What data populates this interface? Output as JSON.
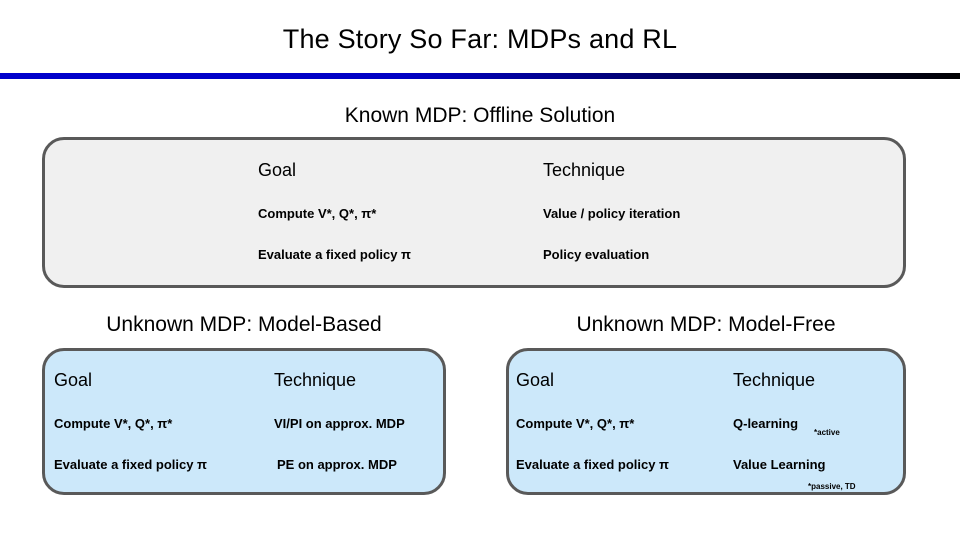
{
  "slide": {
    "title": "The Story So Far: MDPs and RL",
    "rule_gradient_start": "#0000CC",
    "rule_gradient_end": "#000000"
  },
  "sections": {
    "known": {
      "heading": "Known MDP: Offline Solution",
      "panel_fill": "#F0F0F0",
      "panel_border": "#595959",
      "columns": [
        "Goal",
        "Technique"
      ],
      "rows": [
        {
          "goal": "Compute V*, Q*, π*",
          "technique": "Value / policy iteration"
        },
        {
          "goal": "Evaluate a fixed policy π",
          "technique": "Policy evaluation"
        }
      ]
    },
    "model_based": {
      "heading": "Unknown MDP: Model-Based",
      "panel_fill": "#CCE8FA",
      "panel_border": "#595959",
      "columns": [
        "Goal",
        "Technique"
      ],
      "rows": [
        {
          "goal": "Compute V*, Q*, π*",
          "technique": "VI/PI on approx. MDP"
        },
        {
          "goal": "Evaluate a fixed policy π",
          "technique": "PE on approx. MDP"
        }
      ]
    },
    "model_free": {
      "heading": "Unknown MDP: Model-Free",
      "panel_fill": "#CCE8FA",
      "panel_border": "#595959",
      "columns": [
        "Goal",
        "Technique"
      ],
      "rows": [
        {
          "goal": "Compute V*, Q*, π*",
          "technique": "Q-learning"
        },
        {
          "goal": "Evaluate a fixed policy π",
          "technique": "Value Learning"
        }
      ],
      "notes": {
        "active": "*active",
        "passive": "*passive, TD"
      }
    }
  }
}
